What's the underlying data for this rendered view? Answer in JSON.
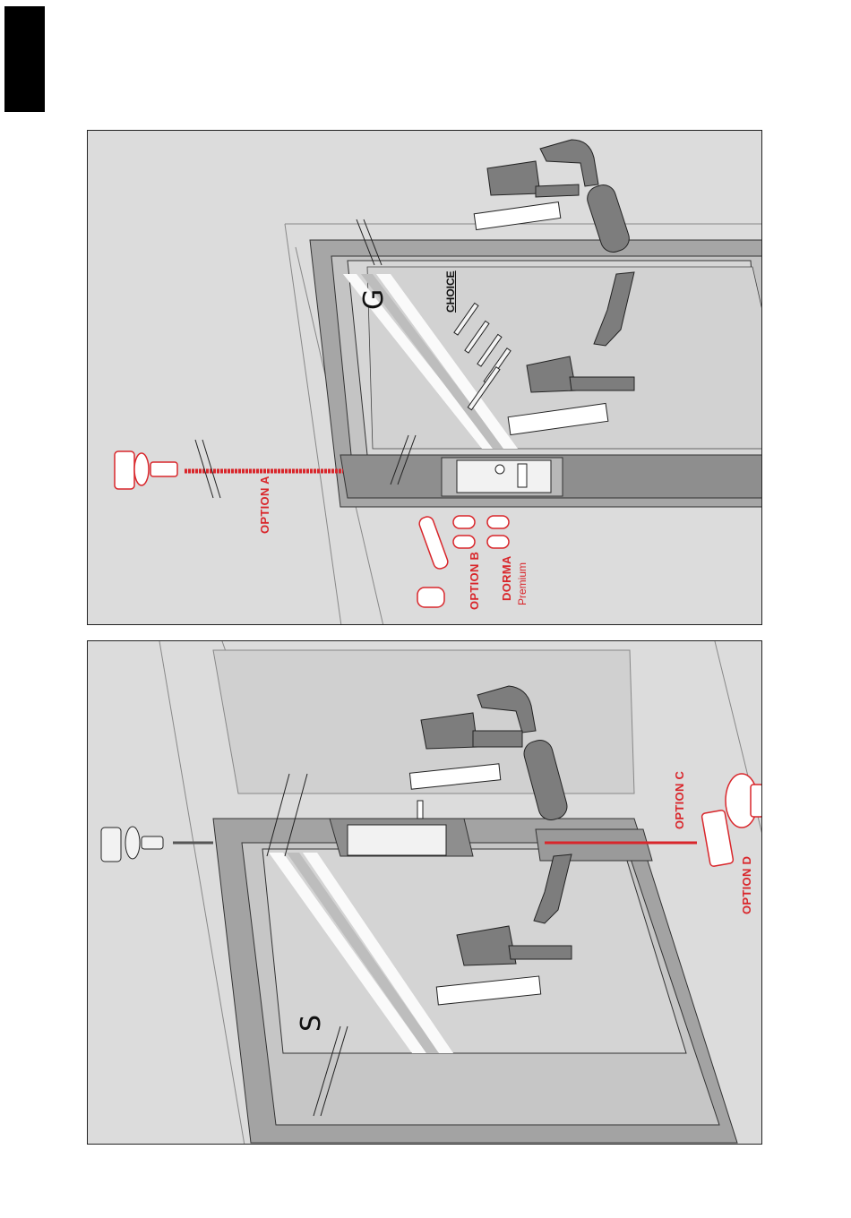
{
  "top_panel": {
    "letter": "G",
    "choice_label": "CHOICE",
    "option_a": "OPTION A",
    "option_b": "OPTION B",
    "brand": "DORMA",
    "brand_sub": "Premium"
  },
  "bottom_panel": {
    "letter": "S",
    "option_c": "OPTION C",
    "option_d": "OPTION D"
  },
  "colors": {
    "panel_bg": "#dcdcdc",
    "frame": "#9c9c9c",
    "accent_red": "#d9262b",
    "hardware_grey": "#7d7d7d"
  }
}
